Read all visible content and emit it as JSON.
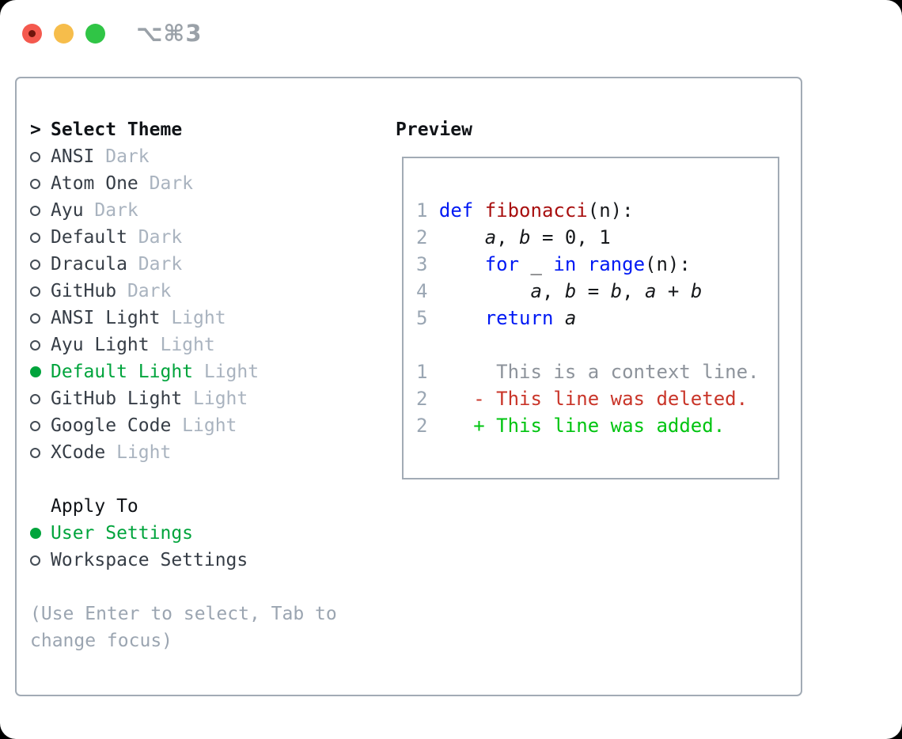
{
  "titlebar": {
    "shortcut": "⌥⌘3"
  },
  "theme_panel": {
    "prompt": ">",
    "title": "Select Theme",
    "themes": [
      {
        "name": "ANSI",
        "tag": "Dark",
        "selected": false
      },
      {
        "name": "Atom One",
        "tag": "Dark",
        "selected": false
      },
      {
        "name": "Ayu",
        "tag": "Dark",
        "selected": false
      },
      {
        "name": "Default",
        "tag": "Dark",
        "selected": false
      },
      {
        "name": "Dracula",
        "tag": "Dark",
        "selected": false
      },
      {
        "name": "GitHub",
        "tag": "Dark",
        "selected": false
      },
      {
        "name": "ANSI Light",
        "tag": "Light",
        "selected": false
      },
      {
        "name": "Ayu Light",
        "tag": "Light",
        "selected": false
      },
      {
        "name": "Default Light",
        "tag": "Light",
        "selected": true
      },
      {
        "name": "GitHub Light",
        "tag": "Light",
        "selected": false
      },
      {
        "name": "Google Code",
        "tag": "Light",
        "selected": false
      },
      {
        "name": "XCode",
        "tag": "Light",
        "selected": false
      }
    ],
    "apply_to": {
      "title": "Apply To",
      "options": [
        {
          "name": "User Settings",
          "selected": true
        },
        {
          "name": "Workspace Settings",
          "selected": false
        }
      ]
    },
    "help": [
      "(Use Enter to select, Tab to",
      "change focus)"
    ]
  },
  "preview": {
    "title": "Preview",
    "lines": [
      {
        "num": "1",
        "segs": [
          [
            "def ",
            "kw"
          ],
          [
            "fibonacci",
            "fn"
          ],
          [
            "(n):",
            "pl"
          ]
        ]
      },
      {
        "num": "2",
        "segs": [
          [
            "    ",
            "pl"
          ],
          [
            "a",
            "var"
          ],
          [
            ", ",
            "pl"
          ],
          [
            "b",
            "var"
          ],
          [
            " = 0, 1",
            "pl"
          ]
        ]
      },
      {
        "num": "3",
        "segs": [
          [
            "    ",
            "pl"
          ],
          [
            "for",
            "kw"
          ],
          [
            " _ ",
            "pl"
          ],
          [
            "in",
            "kw"
          ],
          [
            " ",
            "pl"
          ],
          [
            "range",
            "kw"
          ],
          [
            "(n):",
            "pl"
          ]
        ]
      },
      {
        "num": "4",
        "segs": [
          [
            "        ",
            "pl"
          ],
          [
            "a",
            "var"
          ],
          [
            ", ",
            "pl"
          ],
          [
            "b",
            "var"
          ],
          [
            " = ",
            "pl"
          ],
          [
            "b",
            "var"
          ],
          [
            ", ",
            "pl"
          ],
          [
            "a",
            "var"
          ],
          [
            " + ",
            "pl"
          ],
          [
            "b",
            "var"
          ]
        ]
      },
      {
        "num": "5",
        "segs": [
          [
            "    ",
            "pl"
          ],
          [
            "return",
            "kw"
          ],
          [
            " ",
            "pl"
          ],
          [
            "a",
            "var"
          ]
        ]
      },
      {
        "num": "",
        "segs": []
      },
      {
        "num": "1",
        "segs": [
          [
            "     This is a context line.",
            "ctx"
          ]
        ]
      },
      {
        "num": "2",
        "segs": [
          [
            "   - This line was deleted.",
            "del"
          ]
        ]
      },
      {
        "num": "2",
        "segs": [
          [
            "   + This line was added.",
            "add"
          ]
        ]
      }
    ]
  },
  "colors": {
    "accent-green": "#00a43c",
    "tag-gray": "#a9b3bf",
    "help-gray": "#9ba5b1",
    "item-text": "#363d46",
    "header-text": "#101317",
    "panel-border": "#a2abb5",
    "line-number": "#9aa6b3",
    "keyword-blue": "#0019f4",
    "function-red": "#a80f0f",
    "code-text": "#17191c",
    "context-gray": "#8d939b",
    "diff-red": "#c93529",
    "diff-green": "#00c410",
    "traffic-red": "#f4594e",
    "traffic-red-dot": "#70150c",
    "traffic-yellow": "#f6bd4b",
    "traffic-green": "#30c546",
    "shortcut-gray": "#9aa1a8",
    "radio-ring": "#454d56"
  }
}
